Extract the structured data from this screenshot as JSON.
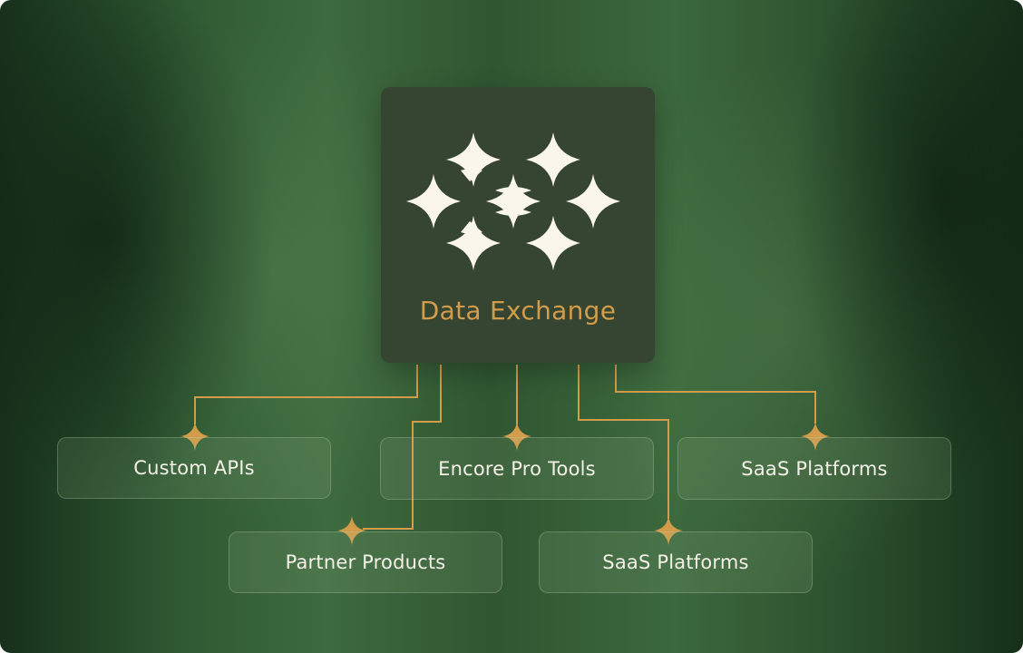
{
  "hub": {
    "title": "Data Exchange",
    "logo_icon": "four-point-star-cluster-icon"
  },
  "nodes": [
    {
      "label": "Custom APIs"
    },
    {
      "label": "Encore Pro Tools"
    },
    {
      "label": "SaaS Platforms"
    },
    {
      "label": "Partner Products"
    },
    {
      "label": "SaaS Platforms"
    }
  ],
  "colors": {
    "accent": "#d39c4a",
    "hub_background": "#364532",
    "logo": "#fbf6ec",
    "node_text": "#f3f1e8"
  }
}
